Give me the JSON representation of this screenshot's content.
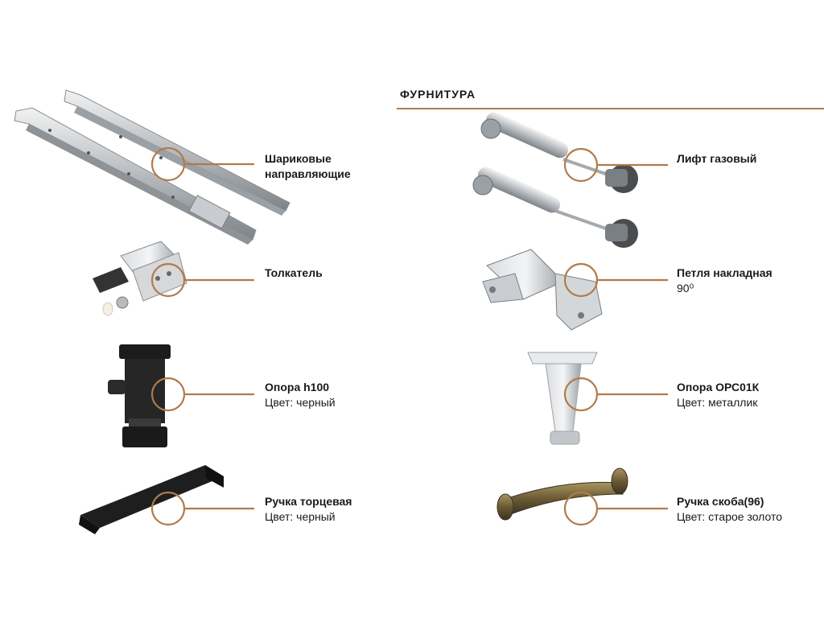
{
  "section": {
    "title": "ФУРНИТУРА"
  },
  "accent_color": "#b27a4a",
  "items": [
    {
      "name": "Шариковые",
      "name2": "направляющие",
      "sub": "",
      "icon": "ball-bearing-slides-icon"
    },
    {
      "name": "Толкатель",
      "sub": "",
      "icon": "push-latch-icon"
    },
    {
      "name": "Опора h100",
      "sub": "Цвет: черный",
      "icon": "black-adjustable-foot-icon"
    },
    {
      "name": "Ручка торцевая",
      "sub": "Цвет: черный",
      "icon": "edge-profile-handle-icon"
    },
    {
      "name": "Лифт газовый",
      "sub": "",
      "icon": "gas-lift-icon"
    },
    {
      "name": "Петля накладная",
      "sub": "90⁰",
      "icon": "overlay-hinge-icon"
    },
    {
      "name": "Опора ОРС01К",
      "sub": "Цвет: металлик",
      "icon": "metal-leg-icon"
    },
    {
      "name": "Ручка скоба(96)",
      "sub": "Цвет: старое золото",
      "icon": "bow-handle-icon"
    }
  ]
}
